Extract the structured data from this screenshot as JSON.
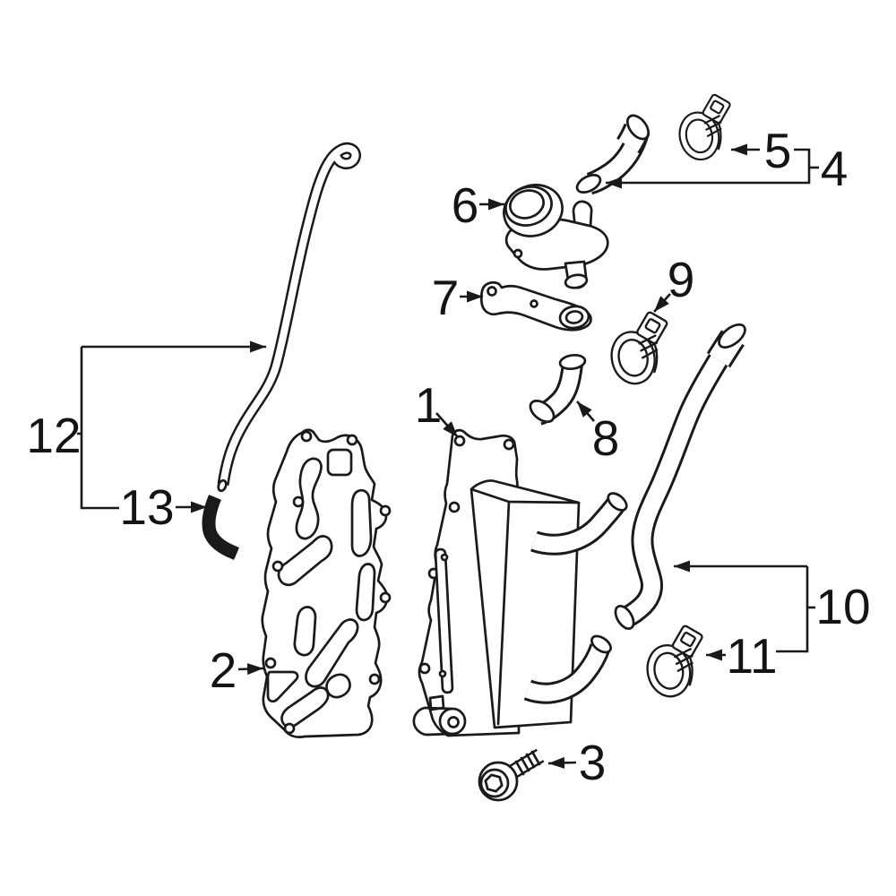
{
  "callout_numbers": [
    "1",
    "2",
    "3",
    "4",
    "5",
    "6",
    "7",
    "8",
    "9",
    "10",
    "11",
    "12",
    "13"
  ],
  "highlighted_callout": "13",
  "colors": {
    "background": "#ffffff",
    "line": "#1a1a1a",
    "highlight_fill": "#4472c4",
    "highlight_outline": "#17365d"
  }
}
